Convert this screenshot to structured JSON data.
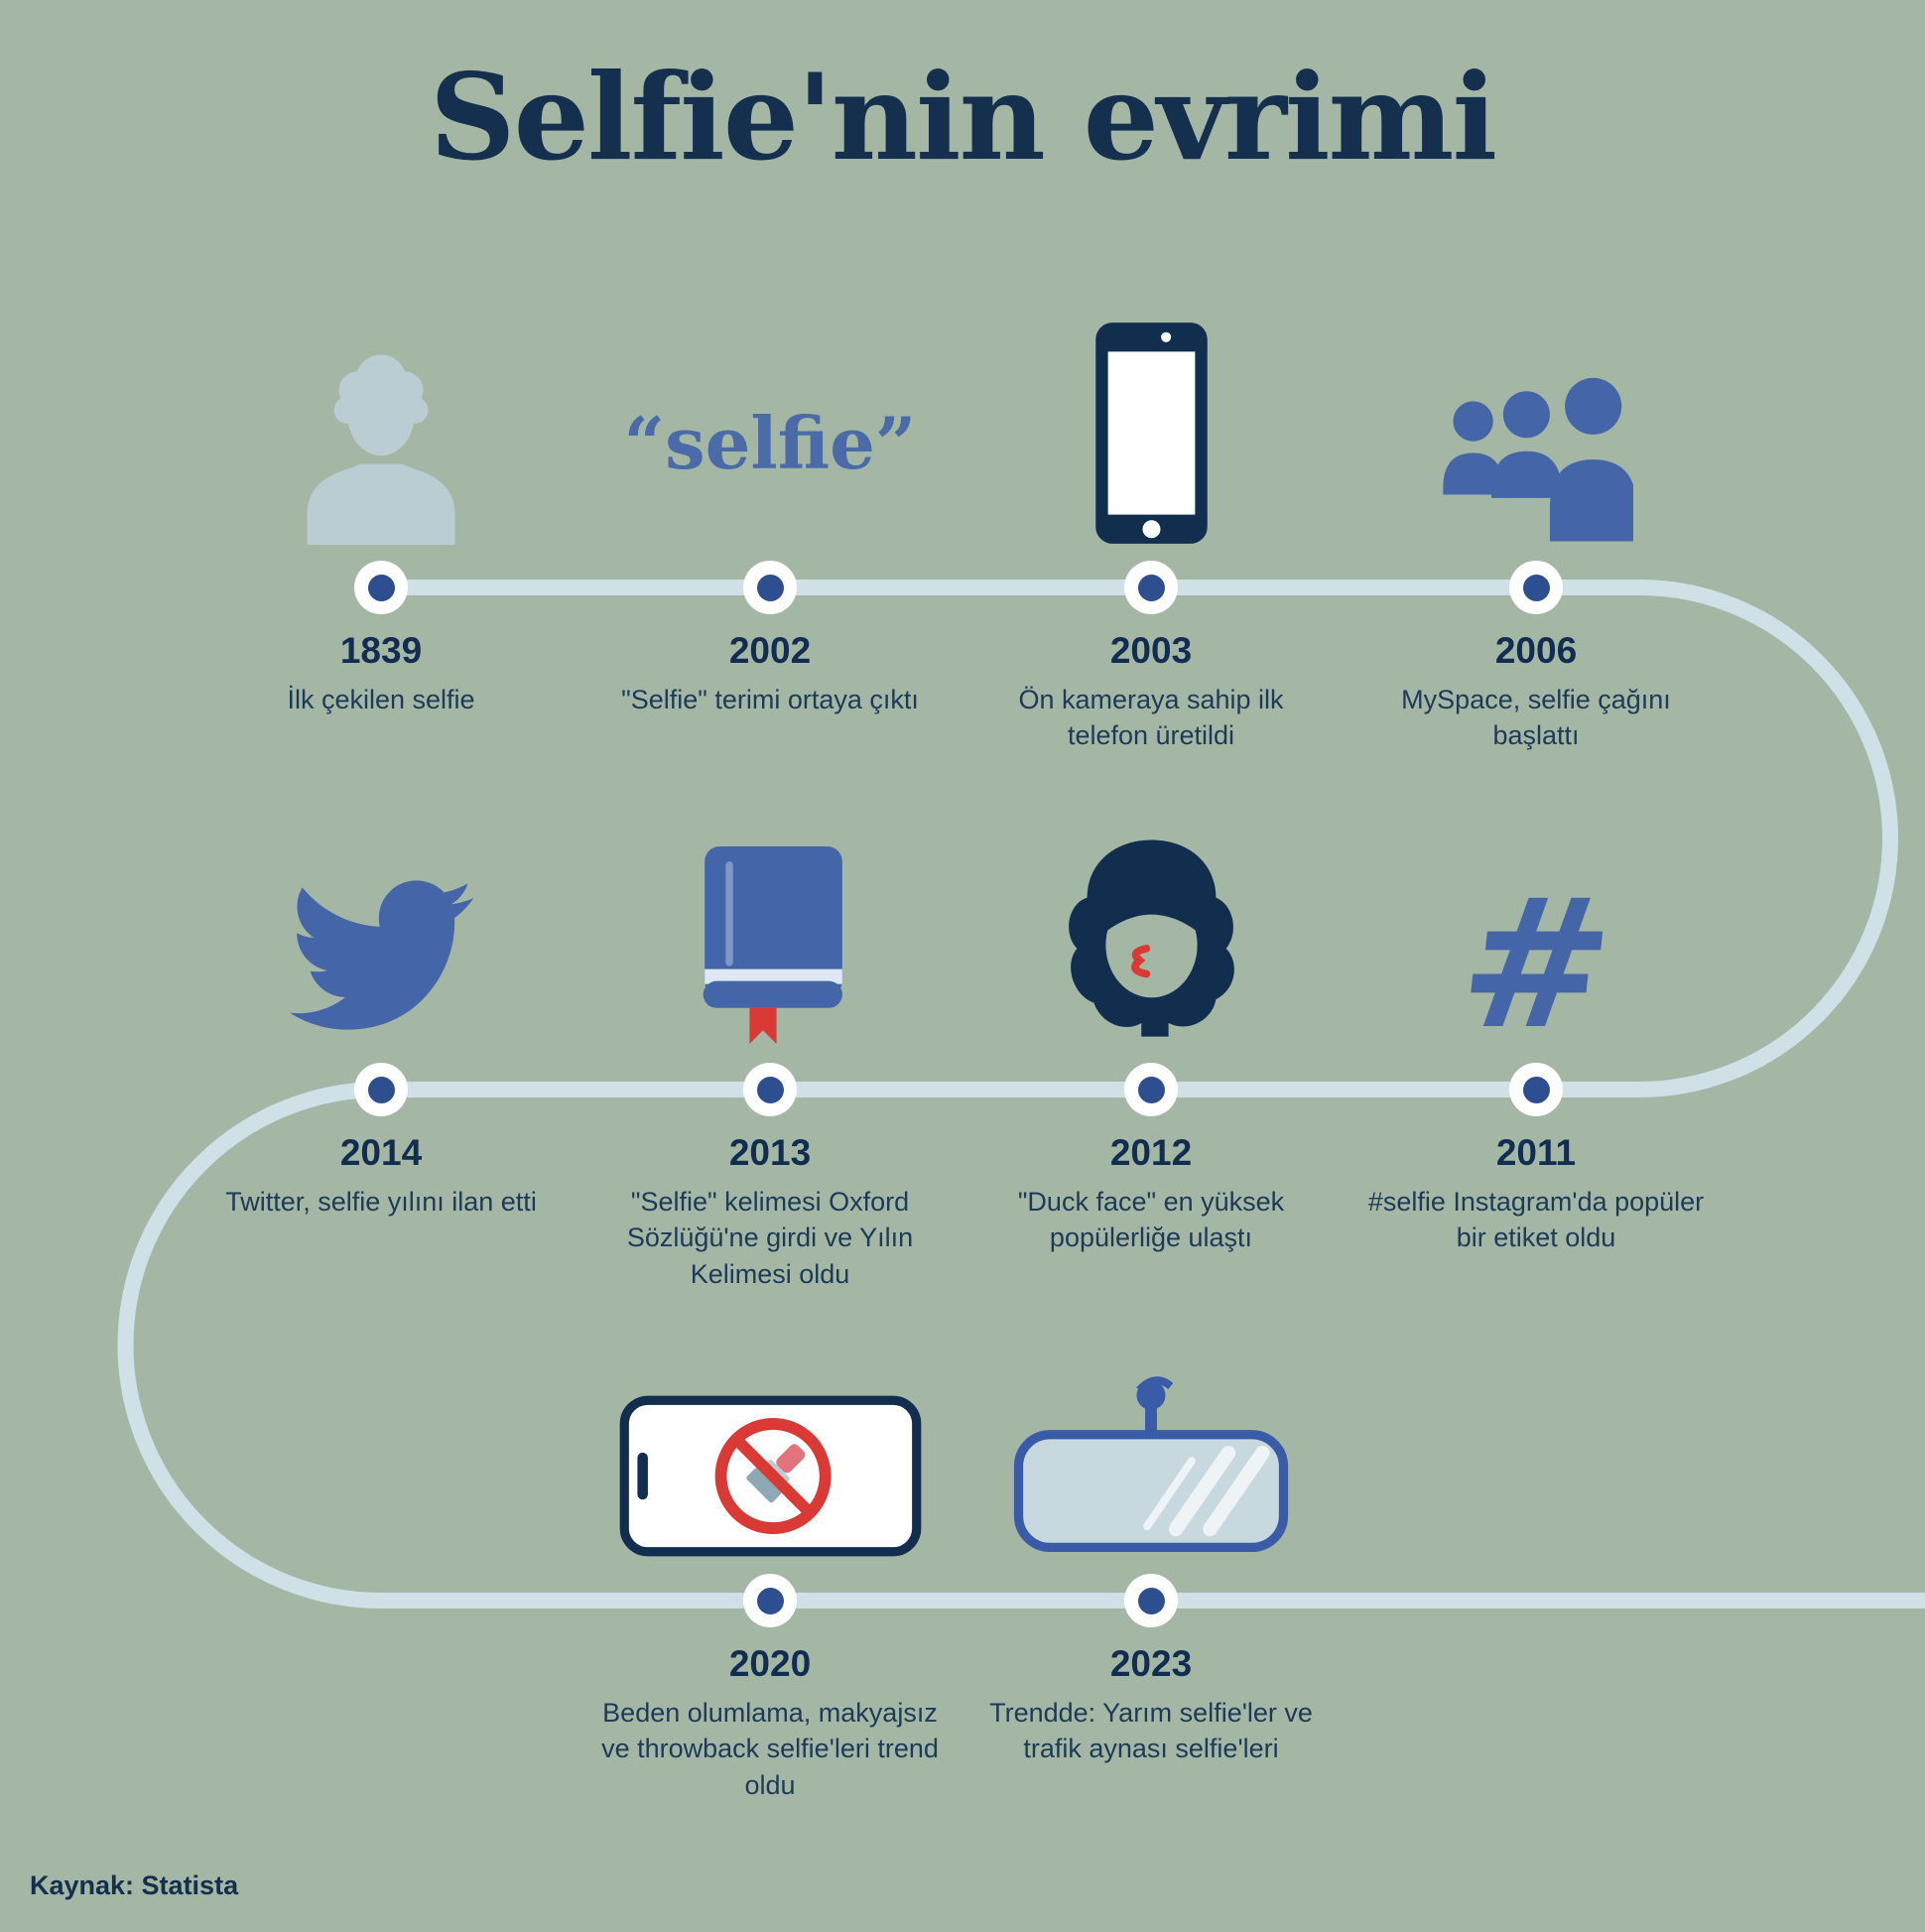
{
  "title": "Selfie'nin evrimi",
  "source": "Kaynak: Statista",
  "colors": {
    "background": "#a4b7a4",
    "navy": "#112e4e",
    "blue": "#4466a8",
    "pale_silhouette": "#b9cdd2",
    "timeline": "#cfe0e6",
    "node_dot": "#2e4f8f",
    "red_accent": "#d93a35"
  },
  "milestones": [
    {
      "year": "1839",
      "text": "İlk çekilen selfie",
      "icon": "person-silhouette-icon"
    },
    {
      "year": "2002",
      "text": "\"Selfie\" terimi ortaya çıktı",
      "icon": "selfie-word",
      "word": "“selfie”"
    },
    {
      "year": "2003",
      "text": "Ön kameraya sahip ilk telefon üretildi",
      "icon": "front-camera-phone-icon"
    },
    {
      "year": "2006",
      "text": "MySpace, selfie çağını başlattı",
      "icon": "myspace-people-icon"
    },
    {
      "year": "2014",
      "text": "Twitter, selfie yılını ilan etti",
      "icon": "twitter-bird-icon"
    },
    {
      "year": "2013",
      "text": "\"Selfie\" kelimesi Oxford Sözlüğü'ne girdi ve Yılın Kelimesi oldu",
      "icon": "dictionary-book-icon"
    },
    {
      "year": "2012",
      "text": "\"Duck face\" en yüksek popülerliğe ulaştı",
      "icon": "duck-face-icon"
    },
    {
      "year": "2011",
      "text": "#selfie Instagram'da popüler bir etiket oldu",
      "icon": "hashtag-icon",
      "symbol": "#"
    },
    {
      "year": "2020",
      "text": "Beden olumlama, makyajsız ve throwback selfie'leri trend oldu",
      "icon": "no-makeup-phone-icon"
    },
    {
      "year": "2023",
      "text": "Trendde: Yarım selfie'ler ve trafik aynası selfie'leri",
      "icon": "rearview-mirror-icon"
    }
  ]
}
